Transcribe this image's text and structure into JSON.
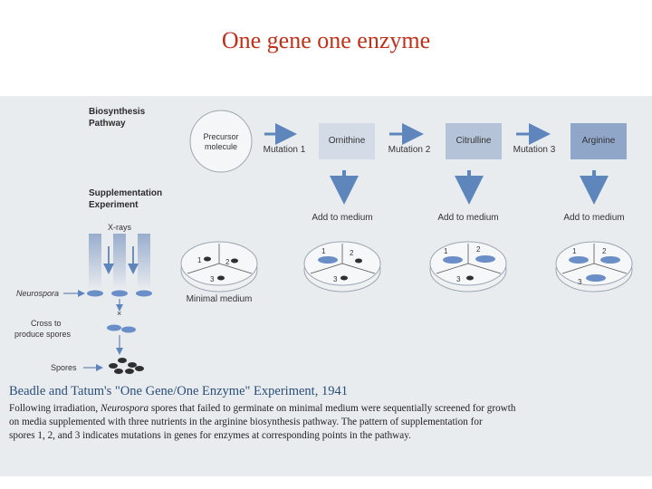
{
  "title": "One gene one enzyme",
  "pathway": {
    "heading_line1": "Biosynthesis",
    "heading_line2": "Pathway",
    "precursor_line1": "Precursor",
    "precursor_line2": "molecule",
    "mutation1": "Mutation 1",
    "ornithine": "Ornithine",
    "mutation2": "Mutation 2",
    "citrulline": "Citrulline",
    "mutation3": "Mutation 3",
    "arginine": "Arginine"
  },
  "experiment": {
    "heading_line1": "Supplementation",
    "heading_line2": "Experiment",
    "xrays": "X-rays",
    "neurospora": "Neurospora",
    "cross_line1": "Cross to",
    "cross_line2": "produce spores",
    "spores": "Spores",
    "minimal_medium": "Minimal medium",
    "add_to_medium": "Add to medium",
    "spore_labels": [
      "1",
      "2",
      "3"
    ]
  },
  "caption": {
    "title": "Beadle and Tatum's \"One Gene/One Enzyme\" Experiment, 1941",
    "line1_pre": "Following irradiation, ",
    "line1_em": "Neurospora",
    "line1_post": " spores that failed to germinate on minimal medium were sequentially screened for growth",
    "line2": "on media supplemented with three nutrients in the arginine biosynthesis pathway. The pattern of supplementation for",
    "line3": "spores 1, 2, and 3 indicates mutations in genes for enzymes at corresponding points in the pathway."
  },
  "colors": {
    "title": "#c0311a",
    "box_light": "#d3dbe6",
    "box_dark": "#8fa6c9",
    "arrow": "#5e86bd",
    "spore": "#6a8fc8"
  }
}
